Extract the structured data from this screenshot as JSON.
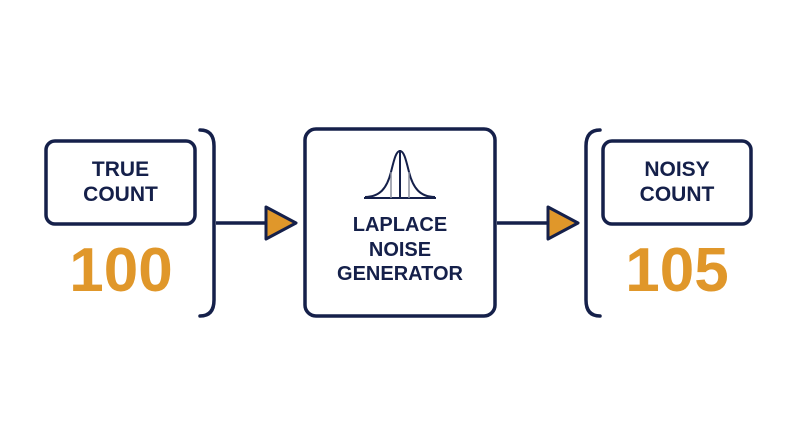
{
  "colors": {
    "navy": "#15204a",
    "accent": "#e0972a",
    "background": "#ffffff"
  },
  "input": {
    "label_line1": "TRUE",
    "label_line2": "COUNT",
    "value": "100"
  },
  "generator": {
    "label_line1": "LAPLACE",
    "label_line2": "NOISE",
    "label_line3": "GENERATOR",
    "icon": "bell-curve-icon"
  },
  "output": {
    "label_line1": "NOISY",
    "label_line2": "COUNT",
    "value": "105"
  }
}
